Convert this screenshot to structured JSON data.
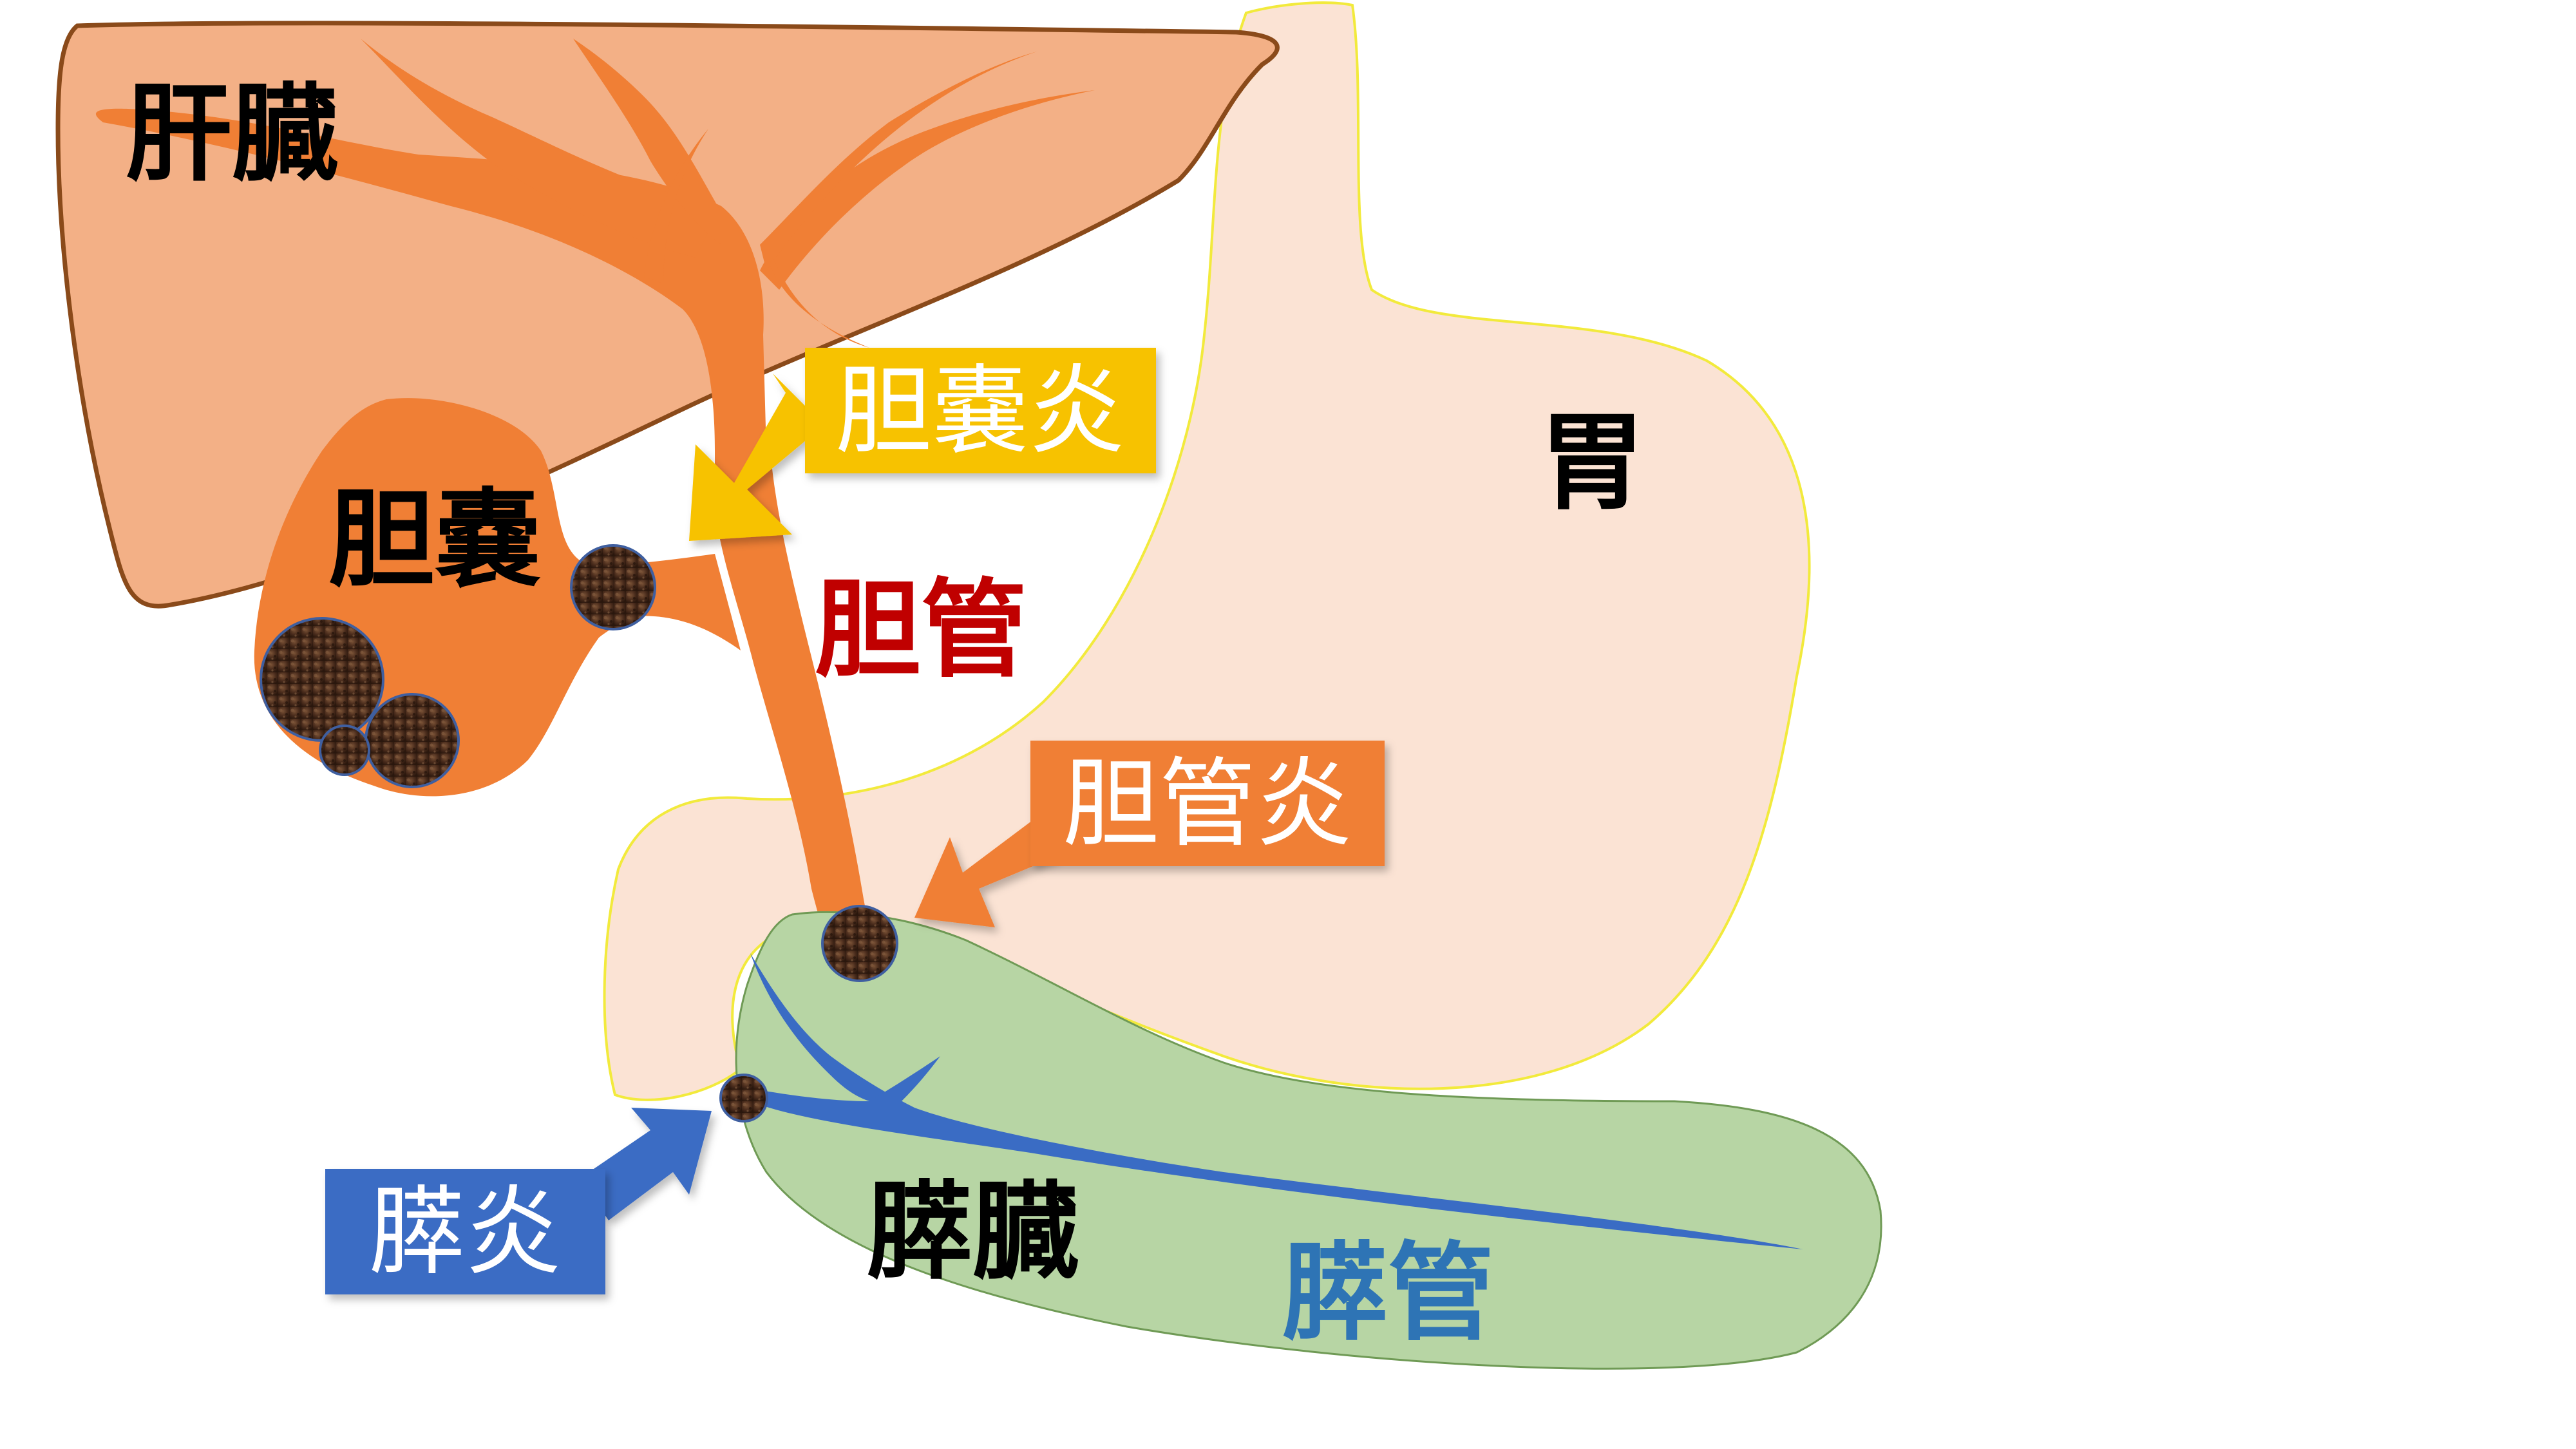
{
  "labels": {
    "liver": "肝臓",
    "gallbladder": "胆嚢",
    "stomach": "胃",
    "bile_duct": "胆管",
    "pancreas": "膵臓",
    "pancreatic_duct": "膵管"
  },
  "callouts": {
    "cholecystitis": "胆嚢炎",
    "cholangitis": "胆管炎",
    "pancreatitis": "膵炎"
  },
  "colors": {
    "liver_fill": "#f3b086",
    "liver_outline": "#8a4a1a",
    "bile_orange": "#f07f35",
    "stomach_fill": "#fbe3d4",
    "stomach_outline": "#f2ea3c",
    "pancreas_fill": "#b7d5a4",
    "pancreas_outline": "#6f9a55",
    "duct_blue": "#3a6cc4",
    "gallstone": "#4a2c1c",
    "callout_gold": "#f7c200",
    "callout_orange": "#f07f35",
    "callout_blue": "#3a6cc4",
    "bile_duct_text": "#c00000",
    "pancreatic_duct_text": "#2e74b5",
    "label_text": "#000000"
  }
}
